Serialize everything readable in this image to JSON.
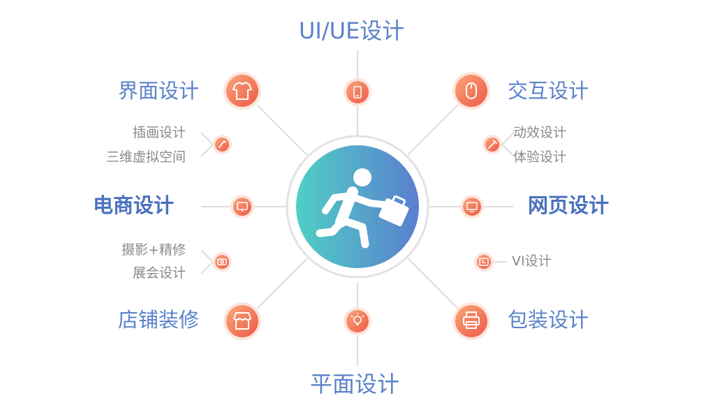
{
  "colors": {
    "accent_orange": "#f0654c",
    "accent_orange_light": "#f8a077",
    "center_teal": "#4ccbc4",
    "center_blue": "#5a7fcf",
    "title_blue": "#5b82c9",
    "connector_gray": "#dcdcdc",
    "minor_text": "#8a8a8a"
  },
  "center": {
    "icon": "running-man-briefcase-icon"
  },
  "labels": {
    "top": "UI/UE设计",
    "bottom": "平面设计",
    "top_left": "界面设计",
    "top_right": "交互设计",
    "left": "电商设计",
    "right": "网页设计",
    "bottom_left": "店铺装修",
    "bottom_right": "包装设计",
    "sub_upper_left_1": "插画设计",
    "sub_upper_left_2": "三维虚拟空间",
    "sub_upper_right_1": "动效设计",
    "sub_upper_right_2": "体验设计",
    "sub_lower_left_1": "摄影+精修",
    "sub_lower_left_2": "展会设计",
    "sub_lower_right_1": "VI设计"
  },
  "nodes": {
    "top": "phone-icon",
    "bottom": "lightbulb-icon",
    "top_left": "tshirt-icon",
    "top_right": "mouse-icon",
    "left": "monitor-cart-icon",
    "right": "monitor-icon",
    "bottom_left": "storefront-icon",
    "bottom_right": "printer-icon",
    "sub_upper_left": "brush-icon",
    "sub_upper_right": "pen-icon",
    "sub_lower_left": "camera-icon",
    "sub_lower_right": "id-card-icon"
  }
}
